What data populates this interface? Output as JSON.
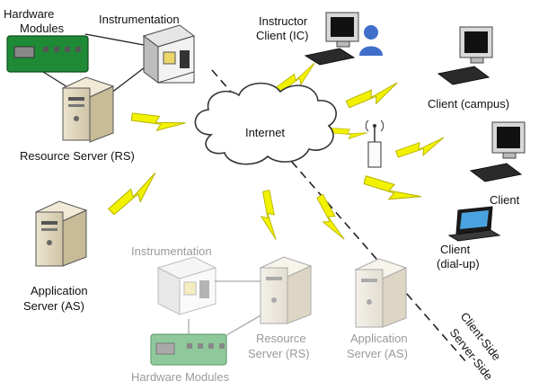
{
  "nodes": {
    "hardware_modules_top": {
      "line1": "Hardware",
      "line2": "Modules"
    },
    "instrumentation_top": {
      "label": "Instrumentation"
    },
    "resource_server_top": {
      "label": "Resource Server (RS)"
    },
    "internet": {
      "label": "Internet"
    },
    "instructor_client": {
      "line1": "Instructor",
      "line2": "Client (IC)"
    },
    "client_campus": {
      "label": "Client (campus)"
    },
    "client_plain": {
      "label": "Client"
    },
    "client_dialup": {
      "line1": "Client",
      "line2": "(dial-up)"
    },
    "application_server_left": {
      "line1": "Application",
      "line2": "Server (AS)"
    },
    "instrumentation_bottom": {
      "label": "Instrumentation"
    },
    "resource_server_bottom": {
      "line1": "Resource",
      "line2": "Server (RS)"
    },
    "application_server_bottom": {
      "line1": "Application",
      "line2": "Server (AS)"
    },
    "hardware_modules_bottom": {
      "label": "Hardware Modules"
    }
  },
  "divider": {
    "client_side": "Client-Side",
    "server_side": "Server-Side"
  },
  "colors": {
    "lightning": "#f2f200",
    "lightning_stroke": "#b8b400",
    "board_green": "#1e8a36",
    "board_green_faded": "#8fc89a",
    "cloud_stroke": "#333333",
    "monitor_screen": "#4aa3e0",
    "user_blue": "#3f6fc9"
  }
}
